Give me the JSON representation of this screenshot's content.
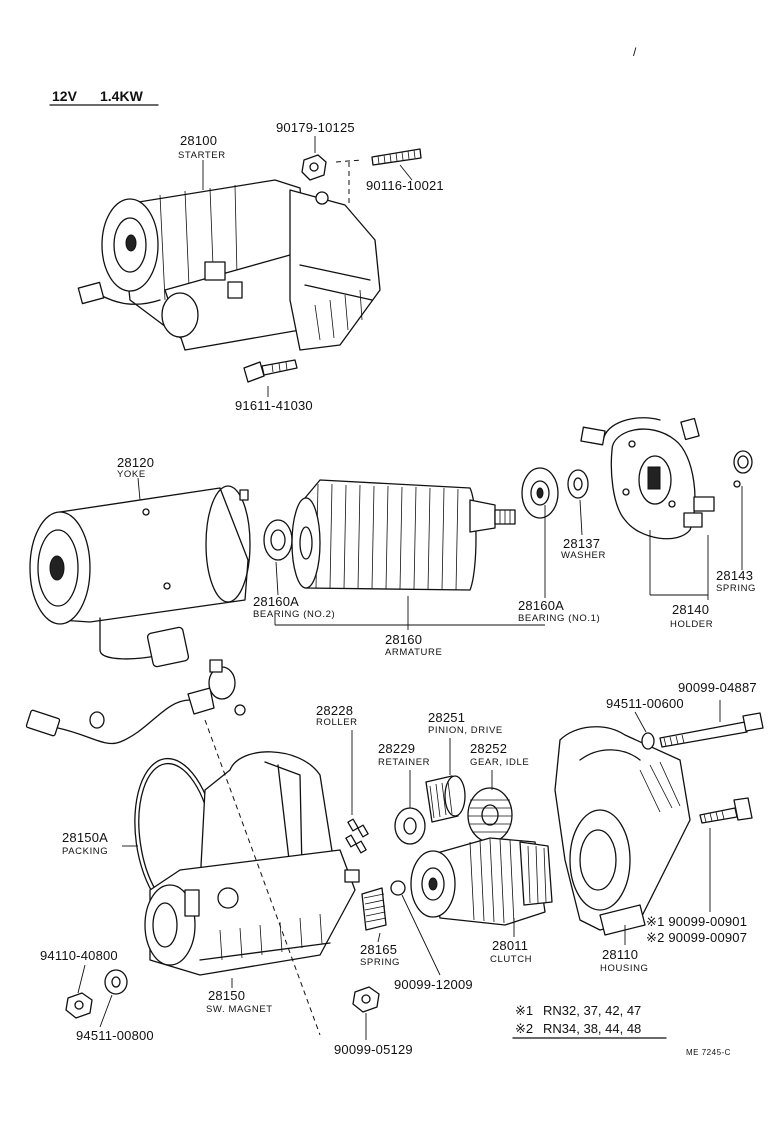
{
  "header": {
    "voltage": "12V",
    "power": "1.4KW"
  },
  "corner_mark": "/",
  "parts": {
    "starter": {
      "number": "28100",
      "name": "STARTER"
    },
    "nut_top": {
      "number": "90179-10125"
    },
    "stud_top": {
      "number": "90116-10021"
    },
    "bolt_starter": {
      "number": "91611-41030"
    },
    "yoke": {
      "number": "28120",
      "name": "YOKE"
    },
    "bearing_no2": {
      "number": "28160A",
      "name": "BEARING (NO.2)"
    },
    "armature": {
      "number": "28160",
      "name": "ARMATURE"
    },
    "bearing_no1": {
      "number": "28160A",
      "name": "BEARING (NO.1)"
    },
    "washer": {
      "number": "28137",
      "name": "WASHER"
    },
    "spring_brush": {
      "number": "28143",
      "name": "SPRING"
    },
    "holder": {
      "number": "28140",
      "name": "HOLDER"
    },
    "roller": {
      "number": "28228",
      "name": "ROLLER"
    },
    "pinion": {
      "number": "28251",
      "name": "PINION, DRIVE"
    },
    "retainer": {
      "number": "28229",
      "name": "RETAINER"
    },
    "gear_idle": {
      "number": "28252",
      "name": "GEAR, IDLE"
    },
    "washer_small": {
      "number": "94511-00600"
    },
    "thru_bolt": {
      "number": "90099-04887"
    },
    "packing": {
      "number": "28150A",
      "name": "PACKING"
    },
    "spring_mag": {
      "number": "28165",
      "name": "SPRING"
    },
    "ball": {
      "number": "90099-12009"
    },
    "clutch": {
      "number": "28011",
      "name": "CLUTCH"
    },
    "housing": {
      "number": "28110",
      "name": "HOUSING"
    },
    "bolt_h1": {
      "number": "※1 90099-00901"
    },
    "bolt_h2": {
      "number": "※2 90099-00907"
    },
    "nut_left": {
      "number": "94110-40800"
    },
    "washer_left": {
      "number": "94511-00800"
    },
    "sw_magnet": {
      "number": "28150",
      "name": "SW. MAGNET"
    },
    "nut_bottom": {
      "number": "90099-05129"
    }
  },
  "notes": [
    {
      "mark": "※1",
      "text": "RN32, 37, 42, 47"
    },
    {
      "mark": "※2",
      "text": "RN34, 38, 44, 48"
    }
  ],
  "footer_code": "ME 7245-C"
}
